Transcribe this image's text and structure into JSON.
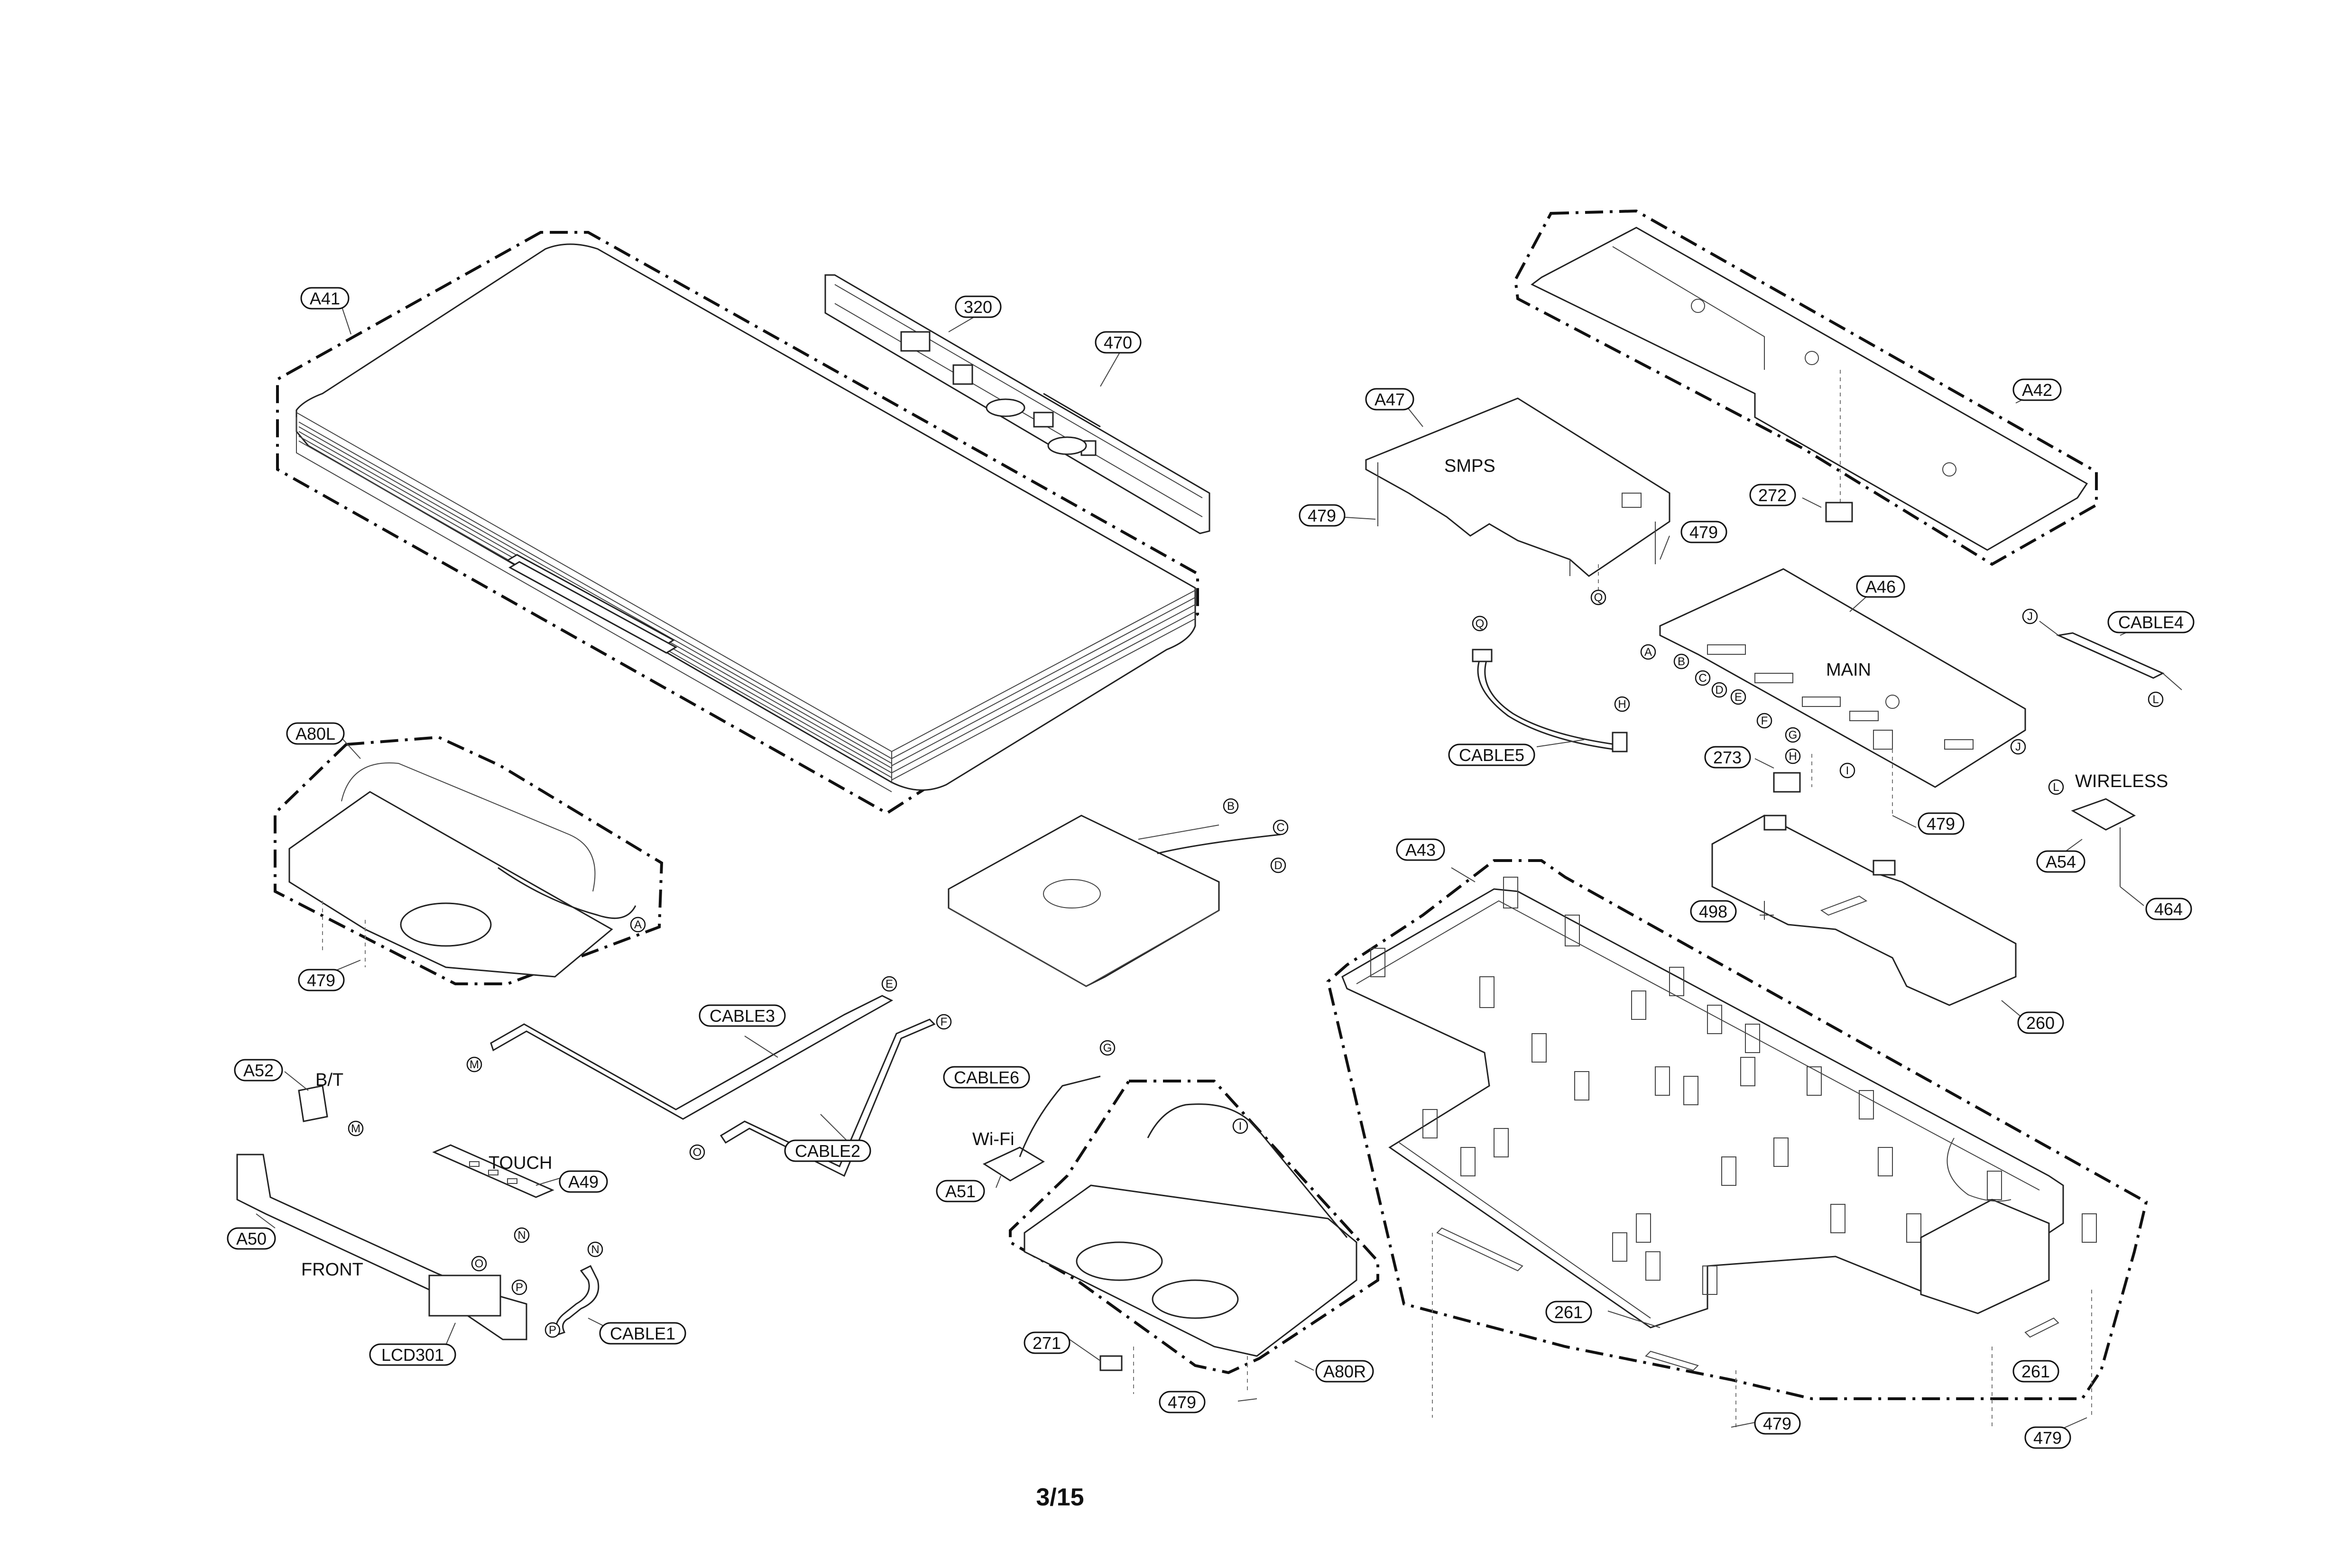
{
  "page_number": "3/15",
  "callouts": [
    {
      "id": "a41",
      "text": "A41"
    },
    {
      "id": "320",
      "text": "320"
    },
    {
      "id": "470",
      "text": "470"
    },
    {
      "id": "a47",
      "text": "A47"
    },
    {
      "id": "479a",
      "text": "479"
    },
    {
      "id": "479b",
      "text": "479"
    },
    {
      "id": "a42",
      "text": "A42"
    },
    {
      "id": "272",
      "text": "272"
    },
    {
      "id": "a46",
      "text": "A46"
    },
    {
      "id": "cable4",
      "text": "CABLE4"
    },
    {
      "id": "cable5",
      "text": "CABLE5"
    },
    {
      "id": "273",
      "text": "273"
    },
    {
      "id": "479c",
      "text": "479"
    },
    {
      "id": "a54",
      "text": "A54"
    },
    {
      "id": "464",
      "text": "464"
    },
    {
      "id": "a80l",
      "text": "A80L"
    },
    {
      "id": "479d",
      "text": "479"
    },
    {
      "id": "a43",
      "text": "A43"
    },
    {
      "id": "498",
      "text": "498"
    },
    {
      "id": "260",
      "text": "260"
    },
    {
      "id": "cable3",
      "text": "CABLE3"
    },
    {
      "id": "a52",
      "text": "A52"
    },
    {
      "id": "cable6",
      "text": "CABLE6"
    },
    {
      "id": "cable2",
      "text": "CABLE2"
    },
    {
      "id": "a49",
      "text": "A49"
    },
    {
      "id": "a51",
      "text": "A51"
    },
    {
      "id": "a50",
      "text": "A50"
    },
    {
      "id": "cable1",
      "text": "CABLE1"
    },
    {
      "id": "lcd301",
      "text": "LCD301"
    },
    {
      "id": "271",
      "text": "271"
    },
    {
      "id": "479e",
      "text": "479"
    },
    {
      "id": "a80r",
      "text": "A80R"
    },
    {
      "id": "261a",
      "text": "261"
    },
    {
      "id": "261b",
      "text": "261"
    },
    {
      "id": "479f",
      "text": "479"
    },
    {
      "id": "479g",
      "text": "479"
    }
  ],
  "board_names": [
    {
      "id": "smps",
      "text": "SMPS"
    },
    {
      "id": "main",
      "text": "MAIN"
    },
    {
      "id": "wireless",
      "text": "WIRELESS"
    },
    {
      "id": "bt",
      "text": "B/T"
    },
    {
      "id": "touch",
      "text": "TOUCH"
    },
    {
      "id": "wifi",
      "text": "Wi-Fi"
    },
    {
      "id": "front",
      "text": "FRONT"
    }
  ],
  "connectors": [
    {
      "id": "q1",
      "text": "Q"
    },
    {
      "id": "q2",
      "text": "Q"
    },
    {
      "id": "h1",
      "text": "H"
    },
    {
      "id": "a_main",
      "text": "A"
    },
    {
      "id": "b_main",
      "text": "B"
    },
    {
      "id": "c_main",
      "text": "C"
    },
    {
      "id": "d_main",
      "text": "D"
    },
    {
      "id": "e_main",
      "text": "E"
    },
    {
      "id": "f_main",
      "text": "F"
    },
    {
      "id": "g_main",
      "text": "G"
    },
    {
      "id": "h_main",
      "text": "H"
    },
    {
      "id": "i_main",
      "text": "I"
    },
    {
      "id": "j_main",
      "text": "J"
    },
    {
      "id": "j_c4",
      "text": "J"
    },
    {
      "id": "l_c4",
      "text": "L"
    },
    {
      "id": "l_w",
      "text": "L"
    },
    {
      "id": "b_cd",
      "text": "B"
    },
    {
      "id": "c_cd",
      "text": "C"
    },
    {
      "id": "d_cd",
      "text": "D"
    },
    {
      "id": "a_spk",
      "text": "A"
    },
    {
      "id": "e_c3",
      "text": "E"
    },
    {
      "id": "m_c3",
      "text": "M"
    },
    {
      "id": "f_c2",
      "text": "F"
    },
    {
      "id": "o_c2",
      "text": "O"
    },
    {
      "id": "m_bt",
      "text": "M"
    },
    {
      "id": "g_c6",
      "text": "G"
    },
    {
      "id": "i_spk",
      "text": "I"
    },
    {
      "id": "n_touch",
      "text": "N"
    },
    {
      "id": "n_c1",
      "text": "N"
    },
    {
      "id": "o_fr",
      "text": "O"
    },
    {
      "id": "p_fr",
      "text": "P"
    },
    {
      "id": "p_c1",
      "text": "P"
    }
  ]
}
